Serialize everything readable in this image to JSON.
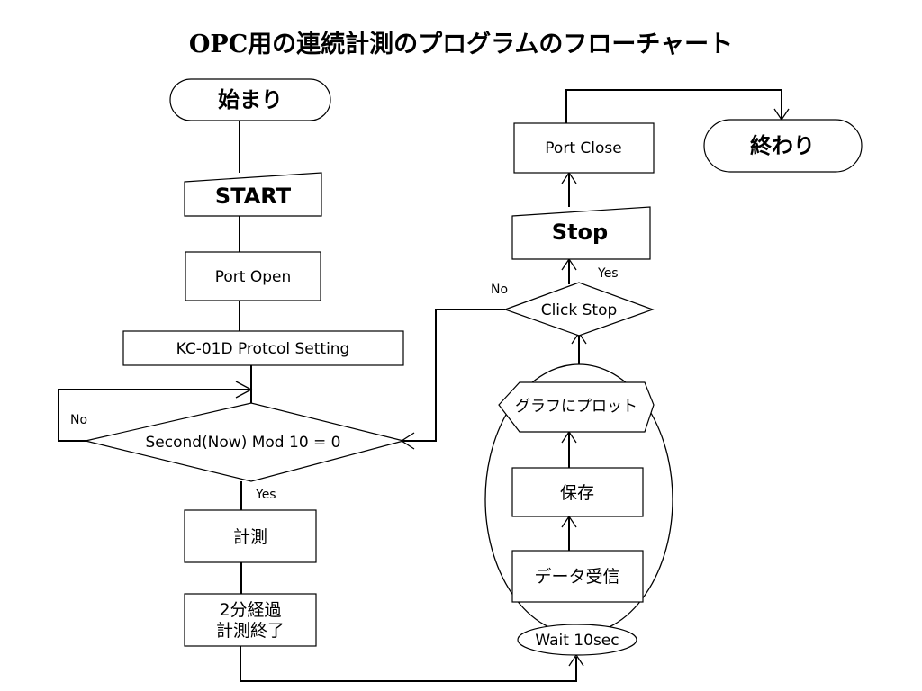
{
  "title": "OPC用の連続計測のプログラムのフローチャート",
  "nodes": {
    "start": "始まり",
    "start_input": "START",
    "port_open": "Port Open",
    "protocol": "KC-01D Protcol Setting",
    "decision_second": "Second(Now) Mod 10 = 0",
    "measure": "計測",
    "done_line1": "2分経過",
    "done_line2": "計測終了",
    "wait": "Wait 10sec",
    "receive": "データ受信",
    "save": "保存",
    "plot": "グラフにプロット",
    "click_stop": "Click Stop",
    "stop_input": "Stop",
    "port_close": "Port Close",
    "end": "終わり"
  },
  "edge_labels": {
    "loop_no": "No",
    "second_yes": "Yes",
    "stop_no": "No",
    "stop_yes": "Yes"
  }
}
